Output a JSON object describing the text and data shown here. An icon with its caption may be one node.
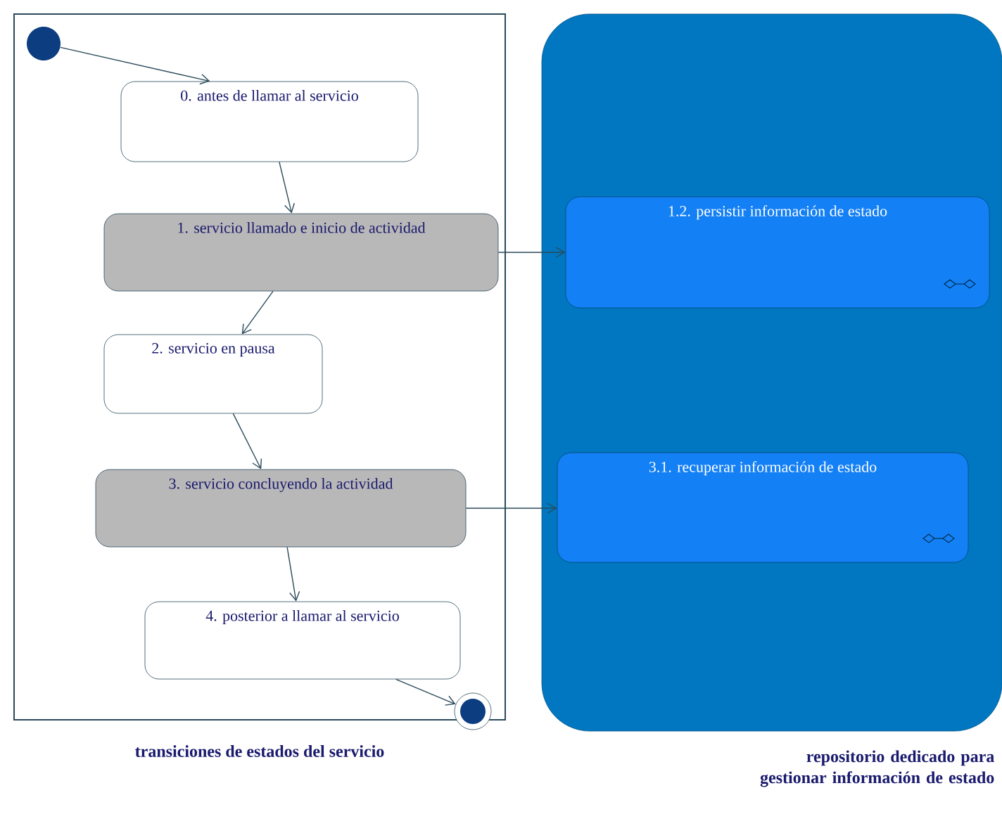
{
  "diagram": {
    "nodes": [
      {
        "text": [
          "transiciones de estados del servicio"
        ]
      },
      {
        "text": [
          "repositorio dedicado para gestionar información de estado"
        ]
      },
      {
        "text": [],
        "shape": "circle",
        "in": 0
      },
      {
        "text": [
          "0. antes de llamar al servicio"
        ],
        "in": 0
      },
      {
        "text": [
          "1. servicio llamado e inicio de actividad"
        ],
        "in": 0
      },
      {
        "text": [
          "2. servicio en pausa"
        ],
        "in": 0
      },
      {
        "text": [
          "3. servicio concluyendo la actividad"
        ],
        "in": 0
      },
      {
        "text": [
          "4. posterior a llamar al servicio"
        ],
        "in": 0
      },
      {
        "text": [],
        "shape": "circle",
        "in": 0
      },
      {
        "text": [
          "1.2. persistir información de estado"
        ],
        "in": 1
      },
      {
        "text": [
          "3.1. recuperar información de estado"
        ],
        "in": 1
      }
    ],
    "edges": [
      {
        "from": 2,
        "to": 3,
        "arrow": "to"
      },
      {
        "from": 3,
        "to": 4,
        "arrow": "to"
      },
      {
        "from": 4,
        "to": 5,
        "arrow": "to"
      },
      {
        "from": 5,
        "to": 6,
        "arrow": "to"
      },
      {
        "from": 6,
        "to": 7,
        "arrow": "to"
      },
      {
        "from": 7,
        "to": 8,
        "arrow": "to"
      },
      {
        "from": 4,
        "to": 9,
        "arrow": "to"
      },
      {
        "from": 6,
        "to": 10,
        "arrow": "to"
      }
    ]
  }
}
